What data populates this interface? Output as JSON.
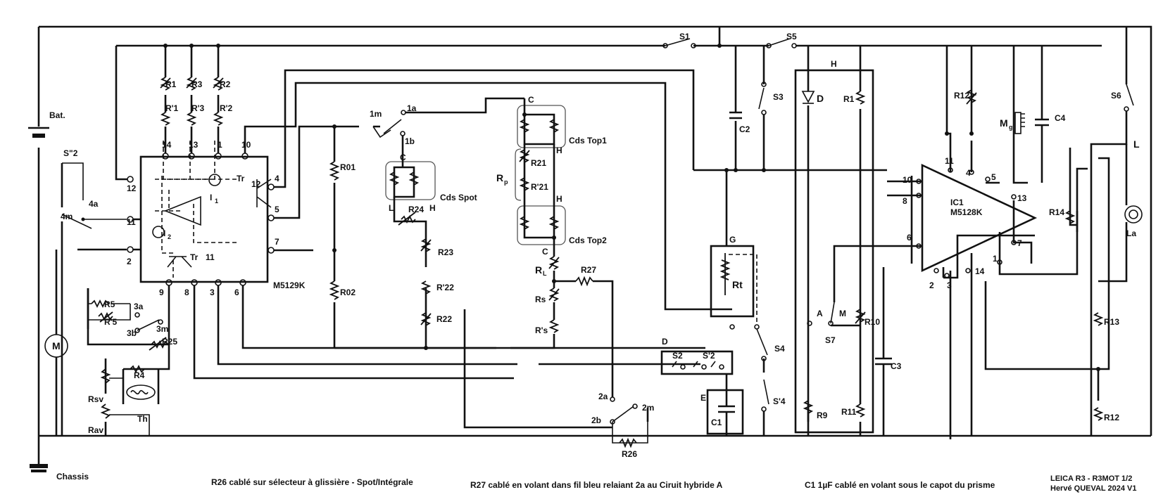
{
  "labels": {
    "bat": "Bat.",
    "chassis": "Chassis",
    "s2pp": "S\"2",
    "t4a": "4a",
    "t4m": "4m",
    "motor": "M",
    "r1": "R1",
    "r1p": "R'1",
    "r3": "R3",
    "r3p": "R'3",
    "r2": "R2",
    "r2p": "R'2",
    "p14": "14",
    "p13": "13",
    "p1": "1",
    "p10": "10",
    "p12": "12",
    "p11": "11",
    "p2": "2",
    "p9": "9",
    "p8": "8",
    "p3": "3",
    "p6": "6",
    "p4": "4",
    "p5": "5",
    "p7": "7",
    "i1": "I",
    "i1s": "1",
    "i2": "I",
    "i2s": "2",
    "tr12": "Tr",
    "tr12n": "12",
    "tr11": "Tr",
    "tr11n": "11",
    "m5129k": "M5129K",
    "r5": "R5",
    "r5p": "R'5",
    "t3a": "3a",
    "t3b": "3b",
    "t3m": "3m",
    "r25": "R25",
    "r4": "R4",
    "th": "Th",
    "rsv": "Rsv",
    "rav": "Rav",
    "r01": "R01",
    "r02": "R02",
    "t1m": "1m",
    "t1a": "1a",
    "t1b": "1b",
    "c_spot": "C",
    "l_spot": "L",
    "h_spot": "H",
    "cds_spot": "Cds Spot",
    "r24": "R24",
    "r23": "R23",
    "r22p": "R'22",
    "r22": "R22",
    "c_top": "C",
    "h_top1": "H",
    "cds_top1": "Cds Top1",
    "rp": "R",
    "rps": "p",
    "r21": "R21",
    "r21p": "R'21",
    "h_top2": "H",
    "cds_top2": "Cds Top2",
    "c_top2": "C",
    "rl": "R",
    "rls": "L",
    "r27": "R27",
    "rs": "Rs",
    "rsp": "R's",
    "d_box": "D",
    "s2": "S2",
    "s2p": "S'2",
    "e_box": "E",
    "c1": "C1",
    "t2a": "2a",
    "t2b": "2b",
    "t2m": "2m",
    "r26": "R26",
    "s1": "S1",
    "s5": "S5",
    "s3": "S3",
    "c2": "C2",
    "g": "G",
    "rt": "Rt",
    "s4": "S4",
    "s4p": "S'4",
    "h_ic": "H",
    "diode": "D",
    "r1b": "R1",
    "s7": "S7",
    "a": "A",
    "mm": "M",
    "r10": "R10",
    "r9": "R9",
    "r11": "R11",
    "c3": "C3",
    "q10": "10",
    "q8": "8",
    "q6": "6",
    "q11": "11",
    "q4": "4",
    "q5": "5",
    "q13": "13",
    "q7": "7",
    "q1": "1",
    "q14": "14",
    "q2": "2",
    "q3": "3",
    "ic1": "IC1",
    "m5128k": "M5128K",
    "r12t": "R12",
    "mg": "M",
    "mgs": "g",
    "c4": "C4",
    "r14": "R14",
    "s6": "S6",
    "l": "L",
    "la": "La",
    "r13": "R13",
    "r12b": "R12"
  },
  "notes": {
    "r26": "R26 cablé sur sélecteur à glissière - Spot/Intégrale",
    "r27": "R27 cablé en volant dans fil bleu relaiant 2a au Ciruit hybride A",
    "c1": "C1 1µF cablé en volant sous  le capot du prisme",
    "title1": "LEICA R3 - R3MOT 1/2",
    "title2": "Hervé QUEVAL 2024 V1"
  }
}
